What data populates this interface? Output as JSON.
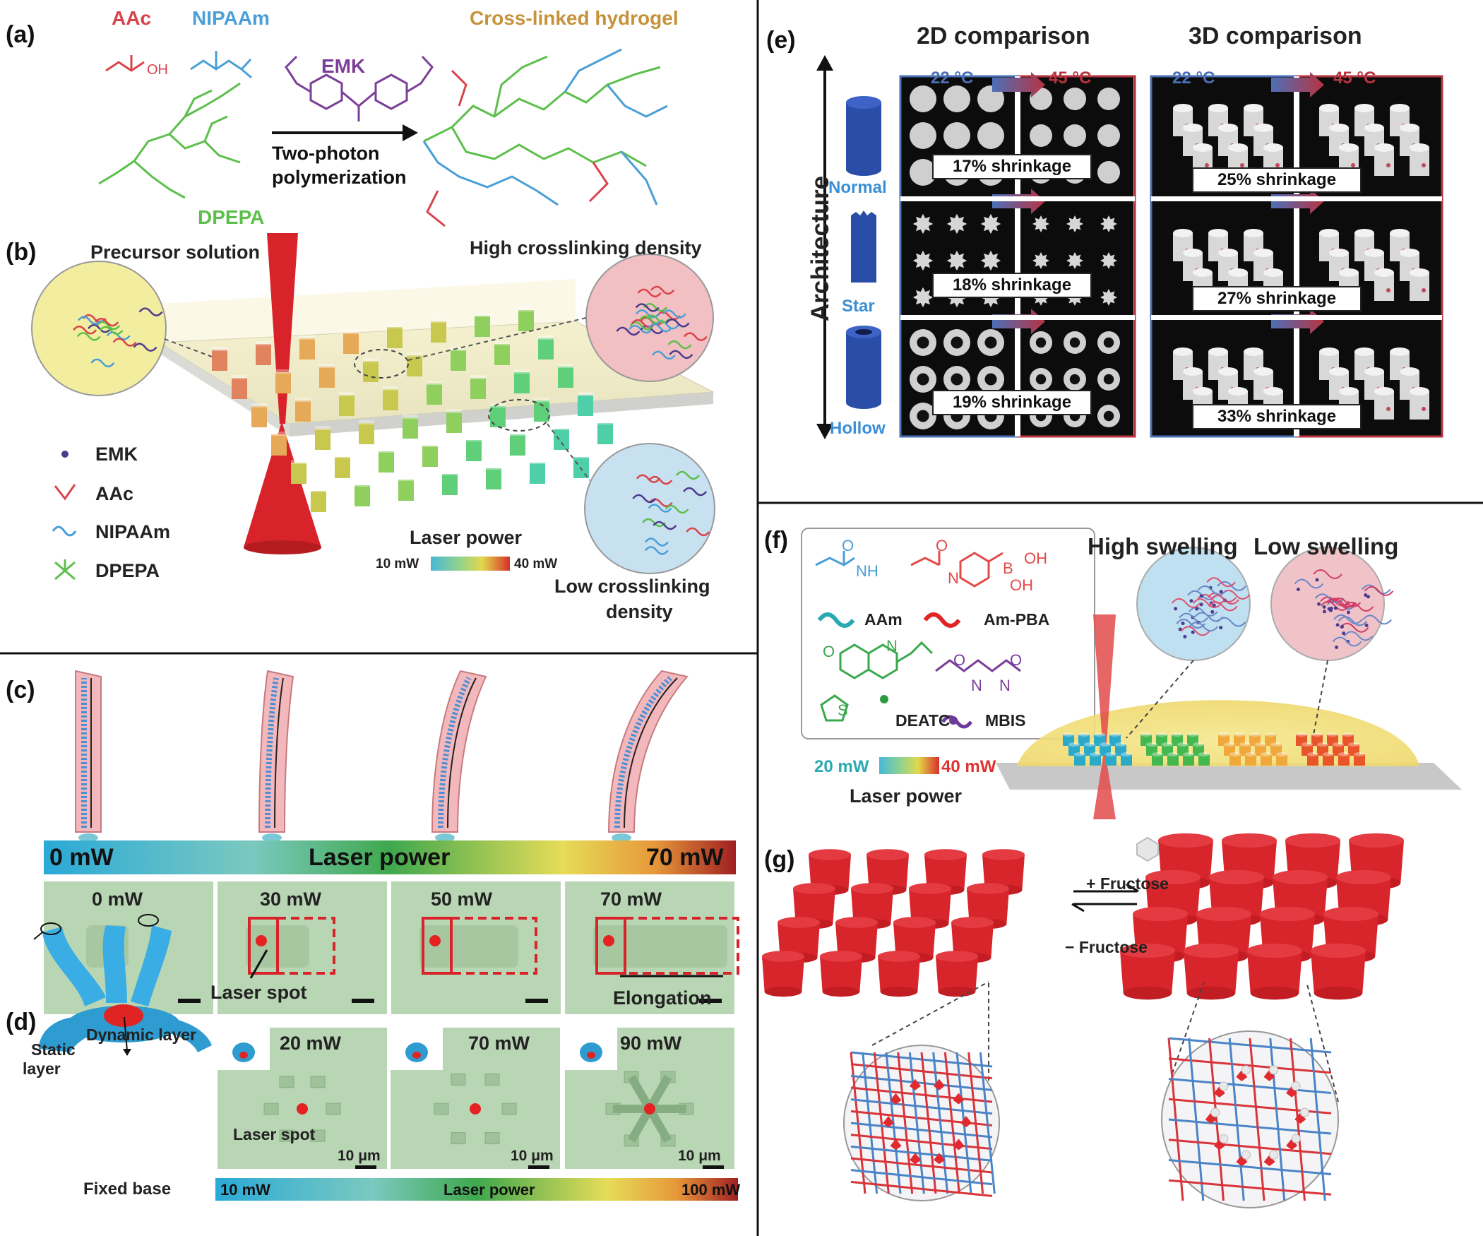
{
  "panels": {
    "a": {
      "label": "(a)",
      "aac": "AAc",
      "nipaam": "NIPAAm",
      "emk": "EMK",
      "dpepa": "DPEPA",
      "oh": "OH",
      "product": "Cross-linked hydrogel",
      "arrow_line1": "Two-photon",
      "arrow_line2": "polymerization"
    },
    "b": {
      "label": "(b)",
      "precursor": "Precursor solution",
      "high_density": "High crosslinking density",
      "low_density_line1": "Low crosslinking",
      "low_density_line2": "density",
      "legend": [
        "EMK",
        "AAc",
        "NIPAAm",
        "DPEPA"
      ],
      "laser_power": "Laser power",
      "min": "10 mW",
      "max": "40 mW"
    },
    "c": {
      "label": "(c)",
      "bar_min": "0 mW",
      "bar_title": "Laser power",
      "bar_max": "70 mW",
      "images": [
        "0 mW",
        "30 mW",
        "50 mW",
        "70 mW"
      ],
      "laser_spot": "Laser spot",
      "elongation": "Elongation"
    },
    "d": {
      "label": "(d)",
      "dynamic_layer": "Dynamic layer",
      "static_line1": "Static",
      "static_line2": "layer",
      "fixed_base": "Fixed base",
      "images": [
        "20 mW",
        "70 mW",
        "90 mW"
      ],
      "laser_spot": "Laser spot",
      "scale": "10 μm",
      "bar_min": "10 mW",
      "bar_title": "Laser power",
      "bar_max": "100 mW"
    },
    "e": {
      "label": "(e)",
      "comp2d": "2D comparison",
      "comp3d": "3D comparison",
      "t_low": "22 °C",
      "t_high": "45 °C",
      "architecture": "Architecture",
      "rows": [
        "Normal",
        "Star",
        "Hollow"
      ],
      "shrink2d": [
        "17% shrinkage",
        "18% shrinkage",
        "19% shrinkage"
      ],
      "shrink3d": [
        "25% shrinkage",
        "27% shrinkage",
        "33% shrinkage"
      ]
    },
    "f": {
      "label": "(f)",
      "aam": "AAm",
      "ampba": "Am-PBA",
      "deatc": "DEATC",
      "mbis": "MBIS",
      "high_swelling": "High swelling",
      "low_swelling": "Low swelling",
      "min": "20 mW",
      "max": "40 mW",
      "laser_power": "Laser power",
      "atoms": {
        "o": "O",
        "n": "N",
        "h": "H",
        "b": "B",
        "oh": "OH",
        "nh2": "NH",
        "s": "S"
      }
    },
    "g": {
      "label": "(g)",
      "plus": "+ Fructose",
      "minus": "− Fructose"
    }
  },
  "colors": {
    "aac": "#d9434b",
    "nipaam": "#4a9fd6",
    "emk": "#7c3f98",
    "dpepa": "#5cbf4b",
    "product": "#c6923a",
    "hydrogel_red": "#d6232a",
    "micro_green": "#b9d6b4",
    "cold_blue": "#4a6fb5",
    "hot_red": "#b83340"
  }
}
